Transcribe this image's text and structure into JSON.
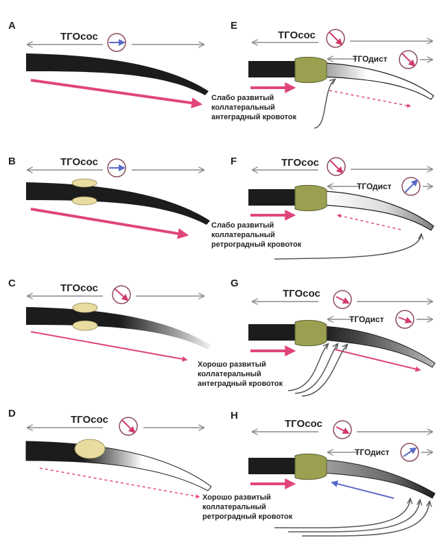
{
  "colors": {
    "vessel_dark": "#1c1c1c",
    "vessel_light": "#ffffff",
    "stenosis_light": "#e8dca0",
    "stenosis_stent": "#9aa050",
    "flow_arrow": "#e0457a",
    "gray_arrow": "#8a8a8a",
    "indicator_red": "#d23a6a",
    "indicator_blue": "#5a6ac8",
    "ring": "#8a4a5a"
  },
  "labels": {
    "tgo_sos": "ТГОсос",
    "tgo_dist": "ТГОдист"
  },
  "panels": {
    "A": {
      "letter": "A",
      "caption": [
        "Слабо развитый",
        "коллатеральный",
        "антеградный кровоток"
      ]
    },
    "B": {
      "letter": "B",
      "caption": [
        "Слабо развитый",
        "коллатеральный",
        "ретроградный кровоток"
      ]
    },
    "C": {
      "letter": "C",
      "caption": [
        "Хорошо развитый",
        "коллатеральный",
        "антеградный кровоток"
      ]
    },
    "D": {
      "letter": "D",
      "caption": [
        "Хорошо развитый",
        "коллатеральный",
        "ретроградный кровоток"
      ]
    },
    "E": {
      "letter": "E"
    },
    "F": {
      "letter": "F"
    },
    "G": {
      "letter": "G"
    },
    "H": {
      "letter": "H"
    }
  }
}
